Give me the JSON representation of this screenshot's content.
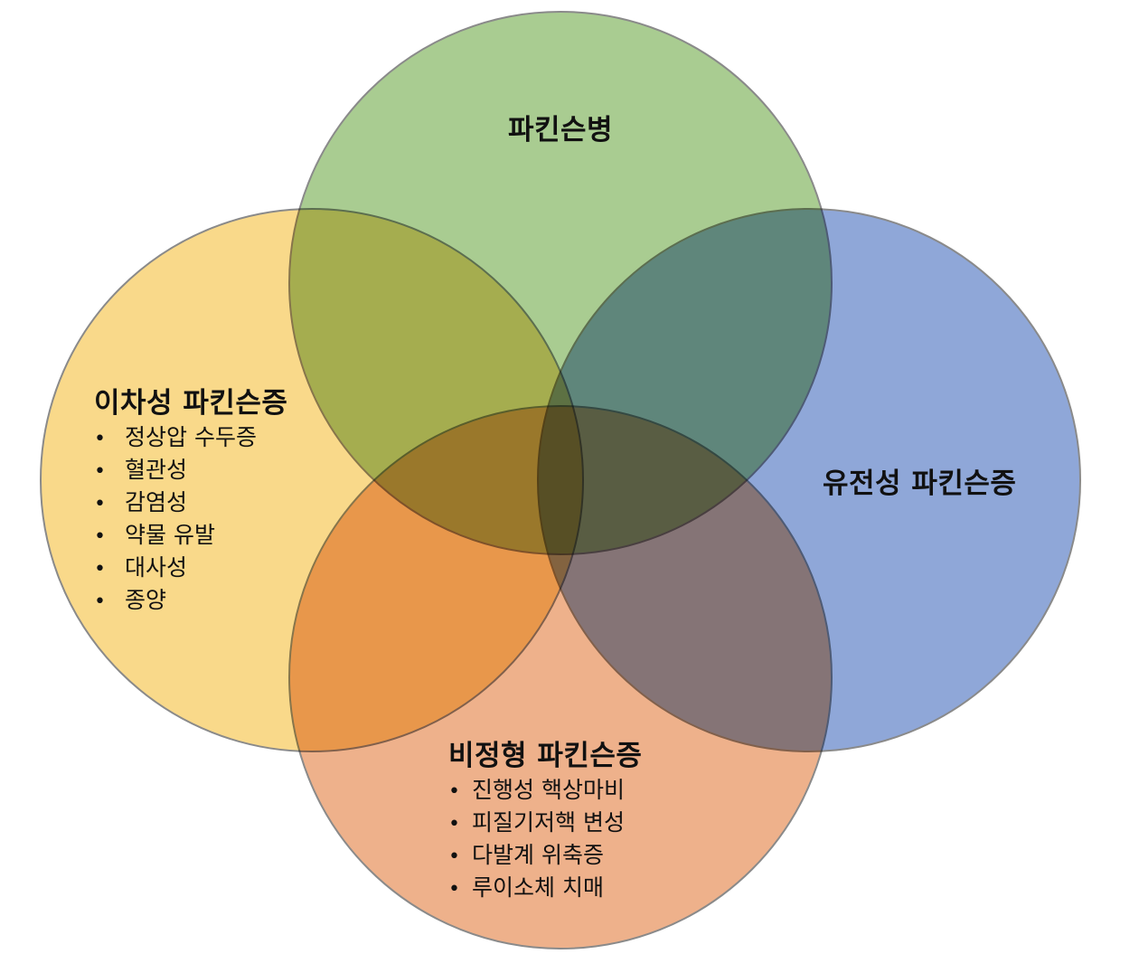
{
  "circles": [
    {
      "id": "parkinson",
      "title": "파킨슨병",
      "color": "#a9cc91",
      "items": []
    },
    {
      "id": "secondary",
      "title": "이차성 파킨슨증",
      "color": "#f9d98a",
      "items": [
        "정상압 수두증",
        "혈관성",
        "감염성",
        "약물 유발",
        "대사성",
        "종양"
      ]
    },
    {
      "id": "genetic",
      "title": "유전성 파킨슨증",
      "color": "#8fa7d8",
      "items": []
    },
    {
      "id": "atypical",
      "title": "비정형 파킨슨증",
      "color": "#eeb18b",
      "items": [
        "진행성 핵상마비",
        "피질기저핵 변성",
        "다발계 위축증",
        "루이소체 치매"
      ]
    }
  ],
  "bullet": "•"
}
